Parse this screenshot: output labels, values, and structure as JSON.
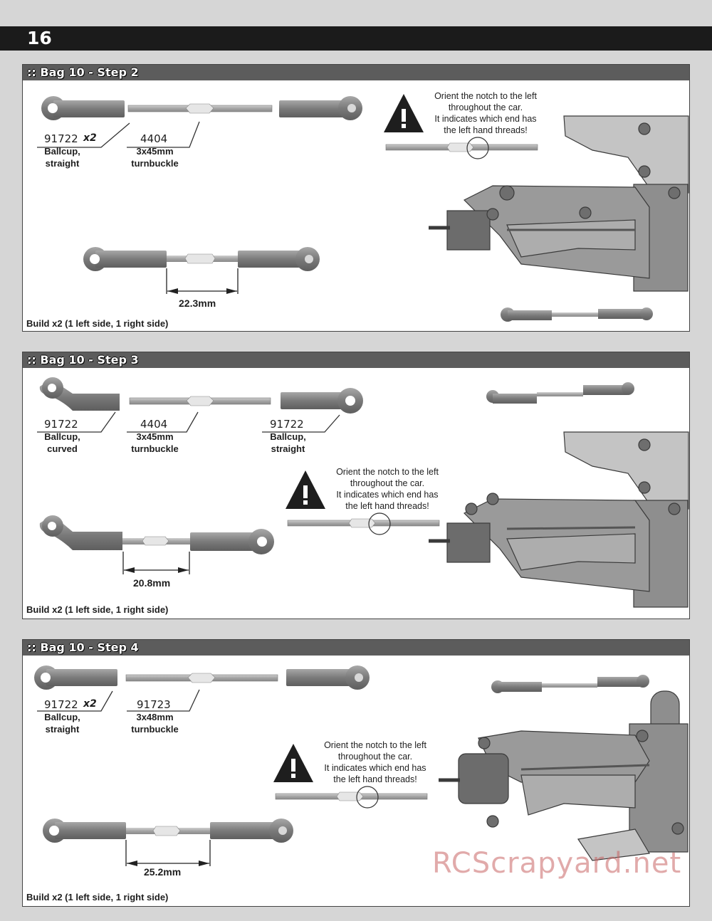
{
  "page": {
    "number": "16"
  },
  "steps": [
    {
      "title": ":: Bag 10 - Step 2",
      "parts": [
        {
          "number": "91722",
          "qty": "x2",
          "label": [
            "Ballcup,",
            "straight"
          ]
        },
        {
          "number": "4404",
          "qty": "",
          "label": [
            "3x45mm",
            "turnbuckle"
          ]
        }
      ],
      "measurement": "22.3mm",
      "note": [
        "Orient the notch to the left",
        "throughout the car.",
        "It indicates which end has",
        "the left hand threads!"
      ],
      "build": "Build x2 (1 left side, 1 right side)"
    },
    {
      "title": ":: Bag 10 - Step 3",
      "parts": [
        {
          "number": "91722",
          "qty": "",
          "label": [
            "Ballcup,",
            "curved"
          ]
        },
        {
          "number": "4404",
          "qty": "",
          "label": [
            "3x45mm",
            "turnbuckle"
          ]
        },
        {
          "number": "91722",
          "qty": "",
          "label": [
            "Ballcup,",
            "straight"
          ]
        }
      ],
      "measurement": "20.8mm",
      "note": [
        "Orient the notch to the left",
        "throughout the car.",
        "It indicates which end has",
        "the left hand threads!"
      ],
      "build": "Build x2 (1 left side, 1 right side)"
    },
    {
      "title": ":: Bag 10 - Step 4",
      "parts": [
        {
          "number": "91722",
          "qty": "x2",
          "label": [
            "Ballcup,",
            "straight"
          ]
        },
        {
          "number": "91723",
          "qty": "",
          "label": [
            "3x48mm",
            "turnbuckle"
          ]
        }
      ],
      "measurement": "25.2mm",
      "note": [
        "Orient the notch to the left",
        "throughout the car.",
        "It indicates which end has",
        "the left hand threads!"
      ],
      "build": "Build x2 (1 left side, 1 right side)"
    }
  ],
  "watermark": "RCScrapyard.net",
  "icons": {
    "warning": "warning-icon"
  },
  "colors": {
    "header_bar": "#1b1b1b",
    "step_bar": "#5c5c5c",
    "part_gray": "#7c7c7c",
    "watermark": "#c86464"
  }
}
